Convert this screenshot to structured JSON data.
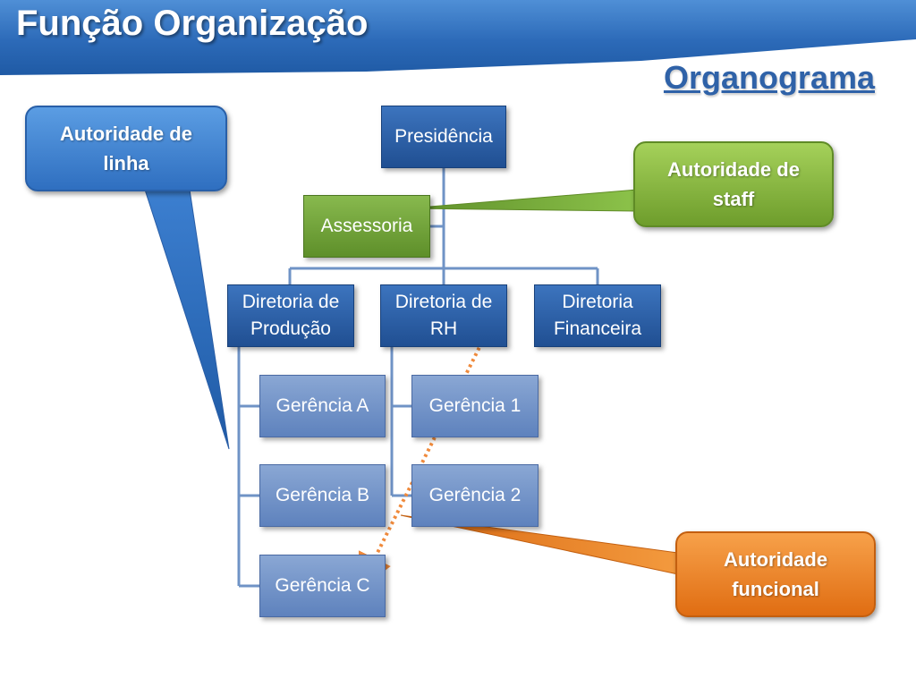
{
  "slide": {
    "title": "Função Organização",
    "subtitle": "Organograma"
  },
  "org": {
    "president": "Presidência",
    "staff": "Assessoria",
    "directorates": [
      "Diretoria de Produção",
      "Diretoria de RH",
      "Diretoria Financeira"
    ],
    "production_managers": [
      "Gerência A",
      "Gerência B",
      "Gerência C"
    ],
    "hr_managers": [
      "Gerência 1",
      "Gerência 2"
    ]
  },
  "callouts": {
    "line": "Autoridade de linha",
    "staff": "Autoridade de staff",
    "functional": "Autoridade funcional"
  },
  "colors": {
    "header_blue": "#2c6ab8",
    "box_dark_blue": "#2a5ea6",
    "box_light_blue": "#7394c8",
    "staff_green": "#76a83d",
    "callout_orange": "#ef8a2e",
    "dotted_arrow": "#f08a3c"
  }
}
